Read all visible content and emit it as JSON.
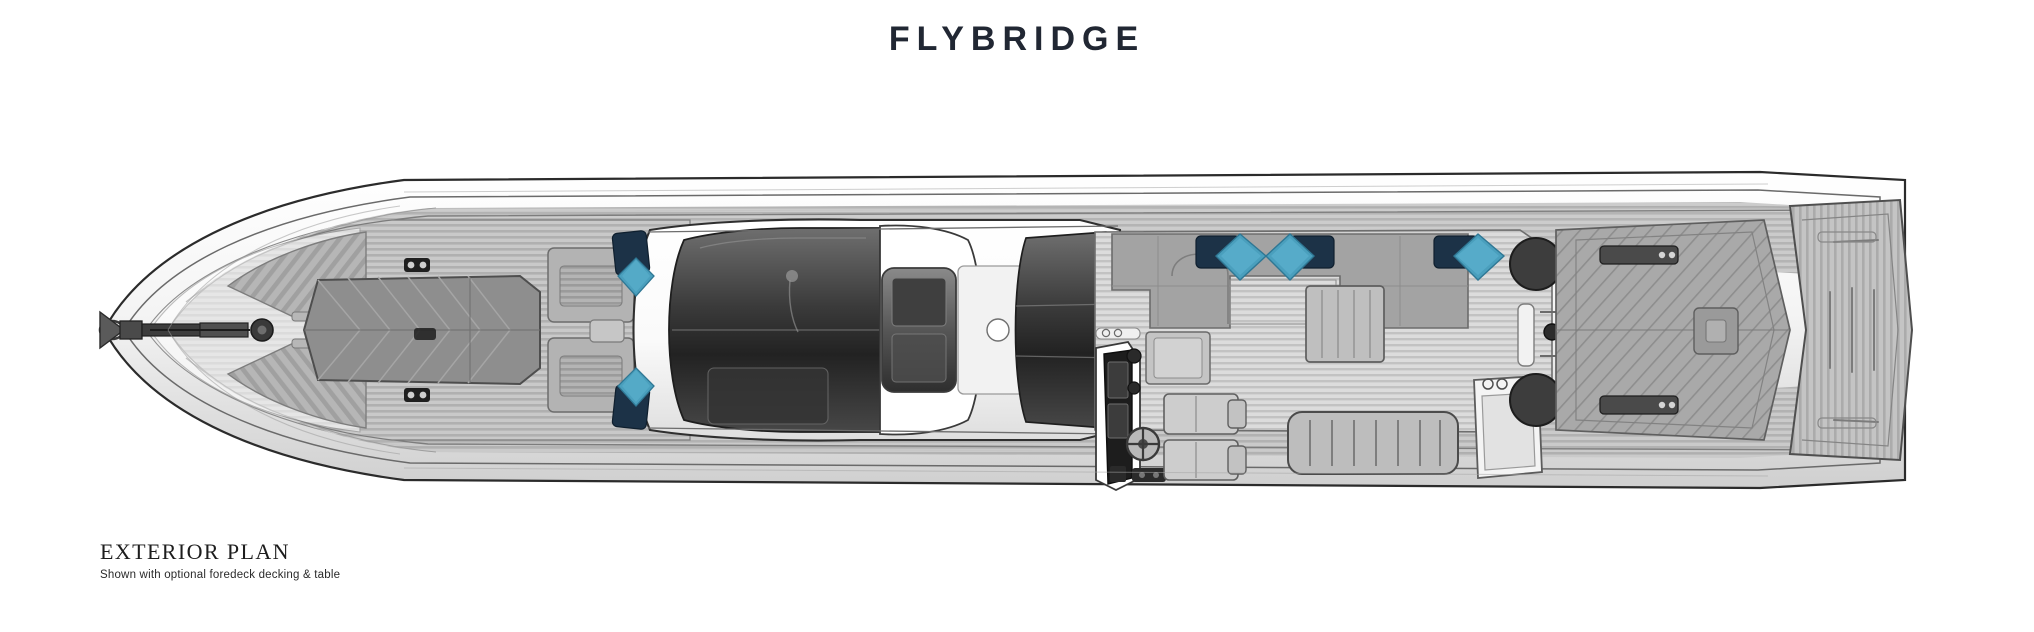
{
  "header": {
    "title": "FLYBRIDGE"
  },
  "caption": {
    "title": "EXTERIOR PLAN",
    "subtitle": "Shown with optional foredeck decking & table"
  },
  "colors": {
    "title_navy": "#212733",
    "cushion_teal": "#4a9fbd",
    "cushion_navy": "#1c3247",
    "teak_light": "#d9d9d9",
    "teak_mid": "#b9b9b9",
    "teak_dark": "#9a9a9a",
    "hull_white": "#ffffff",
    "glass_dark": "#2a2a2a",
    "glass_mid": "#6d6d6d",
    "outline": "#2b2b2b",
    "upholstery_gray": "#8e8e8e",
    "deck_gray": "#a8a8a8",
    "hardware_black": "#1a1a1a"
  },
  "plan": {
    "view": "deck-plan-top-view",
    "vessel_orientation": "bow-left-stern-right",
    "decks_shown": [
      "foredeck",
      "side-decks",
      "flybridge",
      "aft-cockpit",
      "swim-platform"
    ],
    "features": [
      {
        "name": "anchor-windlass",
        "label": "Anchor & windlass",
        "zone": "bow"
      },
      {
        "name": "foredeck-sunpad",
        "label": "Foredeck sunpad",
        "zone": "foredeck"
      },
      {
        "name": "foredeck-seating",
        "label": "Optional foredeck decking & table",
        "zone": "foredeck"
      },
      {
        "name": "mooring-cleat",
        "label": "Mooring cleat",
        "zone": "foredeck",
        "count": 4
      },
      {
        "name": "side-deck-port",
        "label": "Port side deck",
        "zone": "midship"
      },
      {
        "name": "side-deck-starboard",
        "label": "Starboard side deck",
        "zone": "midship"
      },
      {
        "name": "saloon-skylight",
        "label": "Saloon skylight glazing",
        "zone": "coachroof"
      },
      {
        "name": "coachroof-hatch",
        "label": "Coachroof hatch",
        "zone": "coachroof"
      },
      {
        "name": "flybridge-helm",
        "label": "Flybridge helm station",
        "zone": "flybridge"
      },
      {
        "name": "helm-seats",
        "label": "Twin helm seats",
        "zone": "flybridge",
        "count": 2
      },
      {
        "name": "steering-wheel",
        "label": "Steering wheel",
        "zone": "flybridge"
      },
      {
        "name": "flybridge-settee",
        "label": "U-shaped settee",
        "zone": "flybridge"
      },
      {
        "name": "flybridge-table",
        "label": "Dining table",
        "zone": "flybridge"
      },
      {
        "name": "wet-bar",
        "label": "Wet bar / grill",
        "zone": "flybridge"
      },
      {
        "name": "flybridge-sunbed",
        "label": "Aft sunbed",
        "zone": "flybridge"
      },
      {
        "name": "radar-dome",
        "label": "Radar / speaker dome",
        "zone": "flybridge-aft",
        "count": 2
      },
      {
        "name": "aft-stair",
        "label": "Flybridge stairway",
        "zone": "flybridge-aft"
      },
      {
        "name": "aft-cockpit-deck",
        "label": "Aft cockpit teak deck",
        "zone": "aft"
      },
      {
        "name": "passerelle",
        "label": "Passerelle / crane arm",
        "zone": "aft"
      },
      {
        "name": "swim-platform",
        "label": "Hydraulic swim platform",
        "zone": "stern"
      },
      {
        "name": "tender-garage-hatch",
        "label": "Tender garage hatch",
        "zone": "stern"
      }
    ],
    "cushions": [
      {
        "id": "cushion-fwd-port",
        "zone": "side-deck-forward-port",
        "teal": true,
        "navy": true
      },
      {
        "id": "cushion-fwd-stbd",
        "zone": "side-deck-forward-starboard",
        "teal": true,
        "navy": true
      },
      {
        "id": "cushion-fb-1",
        "zone": "flybridge-settee",
        "teal": true,
        "navy": true
      },
      {
        "id": "cushion-fb-2",
        "zone": "flybridge-settee",
        "teal": true,
        "navy": true
      },
      {
        "id": "cushion-fb-3",
        "zone": "flybridge-settee-aft",
        "teal": true,
        "navy": true
      }
    ]
  }
}
